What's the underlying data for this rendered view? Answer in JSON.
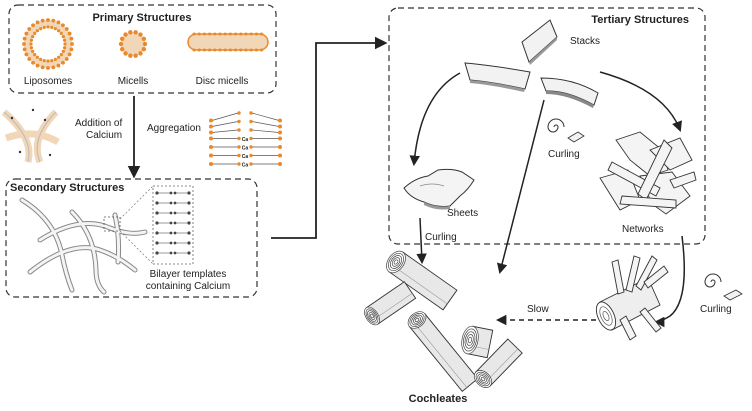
{
  "primary": {
    "title": "Primary Structures",
    "liposomes": "Liposomes",
    "micells": "Micells",
    "disc_micells": "Disc micells"
  },
  "steps": {
    "addition_line1": "Addition of",
    "addition_line2": "Calcium",
    "aggregation": "Aggregation",
    "curling": "Curling",
    "slow": "Slow"
  },
  "secondary": {
    "title": "Secondary Structures",
    "bilayer_line1": "Bilayer templates",
    "bilayer_line2": "containing Calcium",
    "ca_label": "Ca"
  },
  "tertiary": {
    "title": "Tertiary Structures",
    "stacks": "Stacks",
    "sheets": "Sheets",
    "networks": "Networks"
  },
  "final": {
    "cochleates": "Cochleates"
  },
  "colors": {
    "headgroup": "#e8892b",
    "bilayer_fill": "#f1d6b8",
    "line": "#222222",
    "box_dash": "#333333"
  }
}
